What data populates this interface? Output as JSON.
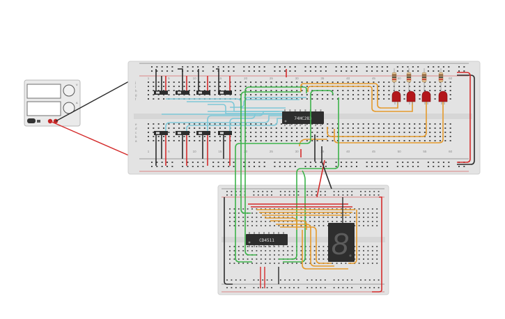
{
  "main_board": {
    "col_labels": [
      "1",
      "5",
      "10",
      "15",
      "20",
      "25",
      "30",
      "35",
      "40",
      "45",
      "50",
      "55",
      "60"
    ],
    "row_labels_top": [
      "j",
      "i",
      "h",
      "g",
      "f"
    ],
    "row_labels_bottom": [
      "e",
      "d",
      "c",
      "b",
      "a"
    ]
  },
  "chips": {
    "adder": "74HC283",
    "decoder": "CD4511"
  },
  "display": {
    "digit": "8"
  },
  "psu": {
    "label_top": "V",
    "label_bottom": "A"
  },
  "colors": {
    "wire_red": "#d42b2b",
    "wire_black": "#2b2b2b",
    "wire_blue": "#7fc8d8",
    "wire_green": "#3cb34a",
    "wire_orange": "#e59a2c",
    "led_red": "#b3171b",
    "board": "#e3e3e3",
    "chip": "#2e2e2e"
  }
}
